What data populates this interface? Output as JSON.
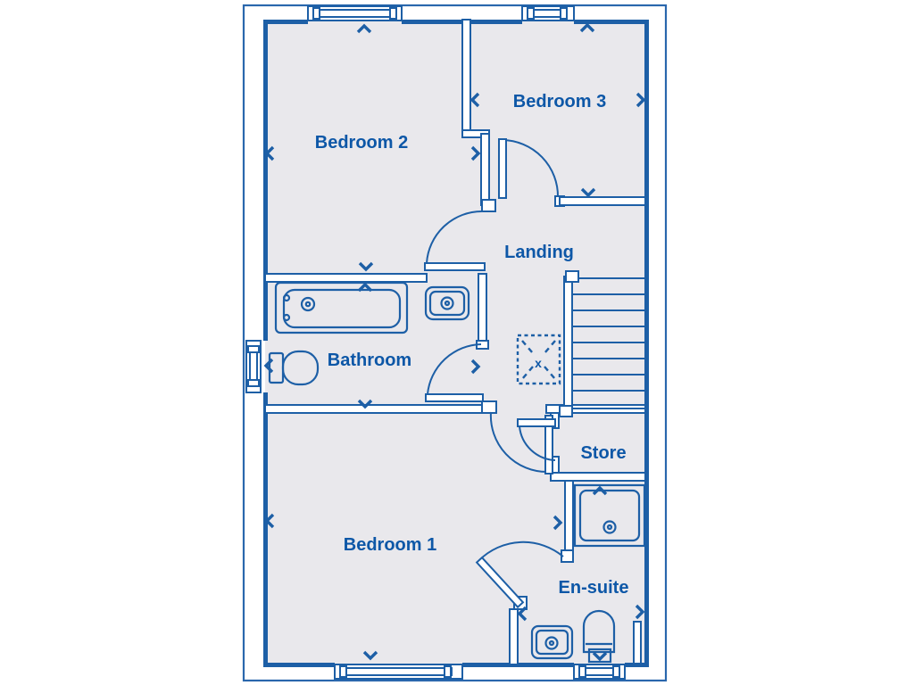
{
  "floorplan": {
    "rooms": [
      {
        "name": "bedroom-2",
        "label": "Bedroom 2"
      },
      {
        "name": "bedroom-3",
        "label": "Bedroom 3"
      },
      {
        "name": "landing",
        "label": "Landing"
      },
      {
        "name": "bathroom",
        "label": "Bathroom"
      },
      {
        "name": "store",
        "label": "Store"
      },
      {
        "name": "bedroom-1",
        "label": "Bedroom 1"
      },
      {
        "name": "en-suite",
        "label": "En-suite"
      }
    ],
    "loft_hatch_mark": "x",
    "fixtures": [
      "bathtub",
      "bathroom-sink",
      "bathroom-toilet",
      "shower-tray",
      "ensuite-sink",
      "ensuite-toilet",
      "staircase",
      "loft-hatch"
    ],
    "windows_count": 5,
    "colors": {
      "line": "#1d5fa6",
      "text": "#0d57a7",
      "room_fill": "#e9e8ec",
      "background": "#ffffff",
      "border": "#2a67ad"
    }
  }
}
